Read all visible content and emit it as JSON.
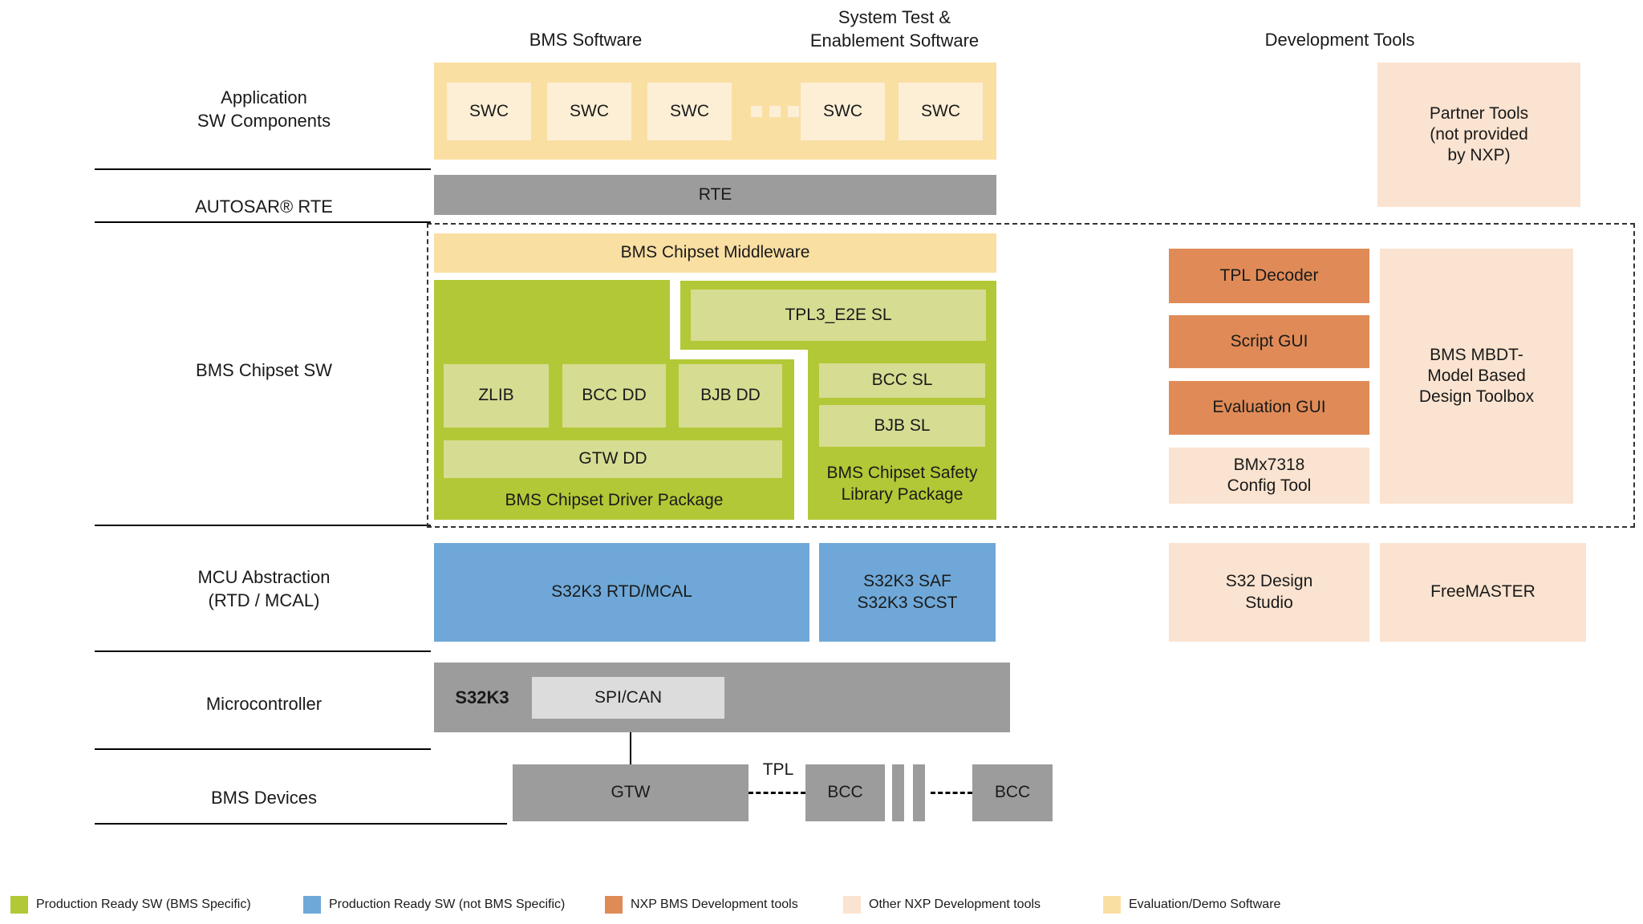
{
  "colors": {
    "production_ready_bms": "#B3C836",
    "production_ready_not_bms": "#6FA8D8",
    "nxp_bms_dev_tools": "#E08B57",
    "other_nxp_dev_tools": "#FAE3D0",
    "evaluation_demo_sw": "#FADFA3",
    "inner_lime": "#D6DC92",
    "grey_block": "#9C9C9C",
    "grey_light_block": "#DCDCDC"
  },
  "column_headers": {
    "bms_software": "BMS Software",
    "system_test": "System Test &\nEnablement Software",
    "development_tools": "Development Tools"
  },
  "row_labels": {
    "application": "Application\nSW Components",
    "autosar_rte": "AUTOSAR® RTE",
    "bms_chipset_sw": "BMS Chipset SW",
    "mcu_abstraction": "MCU Abstraction\n(RTD / MCAL)",
    "microcontroller": "Microcontroller",
    "bms_devices": "BMS Devices"
  },
  "application": {
    "swc_labels": [
      "SWC",
      "SWC",
      "SWC",
      "SWC",
      "SWC"
    ]
  },
  "rte": {
    "label": "RTE"
  },
  "chipset": {
    "middleware": "BMS Chipset Middleware",
    "driver_package": {
      "zlib": "ZLIB",
      "bcc_dd": "BCC DD",
      "bjb_dd": "BJB DD",
      "gtw_dd": "GTW DD",
      "label": "BMS Chipset Driver Package"
    },
    "safety_package": {
      "tpl3": "TPL3_E2E SL",
      "bcc_sl": "BCC SL",
      "bjb_sl": "BJB SL",
      "label": "BMS Chipset Safety\nLibrary Package"
    }
  },
  "dev_tools": {
    "partner_tools": "Partner Tools\n(not provided\nby NXP)",
    "tpl_decoder": "TPL Decoder",
    "script_gui": "Script GUI",
    "evaluation_gui": "Evaluation GUI",
    "bmx_config": "BMx7318\nConfig Tool",
    "mbdt": "BMS MBDT-\nModel Based\nDesign Toolbox",
    "s32_design_studio": "S32 Design\nStudio",
    "freemaster": "FreeMASTER"
  },
  "mcu": {
    "rtd_mcal": "S32K3 RTD/MCAL",
    "saf_scst": "S32K3 SAF\nS32K3 SCST"
  },
  "microcontroller": {
    "chip": "S32K3",
    "spi_can": "SPI/CAN"
  },
  "devices": {
    "gtw": "GTW",
    "tpl": "TPL",
    "bcc1": "BCC",
    "bcc2": "BCC"
  },
  "legend": [
    {
      "color": "#B3C836",
      "label": "Production Ready SW (BMS Specific)"
    },
    {
      "color": "#6FA8D8",
      "label": "Production Ready SW (not BMS Specific)"
    },
    {
      "color": "#E08B57",
      "label": "NXP BMS Development tools"
    },
    {
      "color": "#FAE3D0",
      "label": "Other NXP Development tools"
    },
    {
      "color": "#FADFA3",
      "label": "Evaluation/Demo Software"
    }
  ]
}
